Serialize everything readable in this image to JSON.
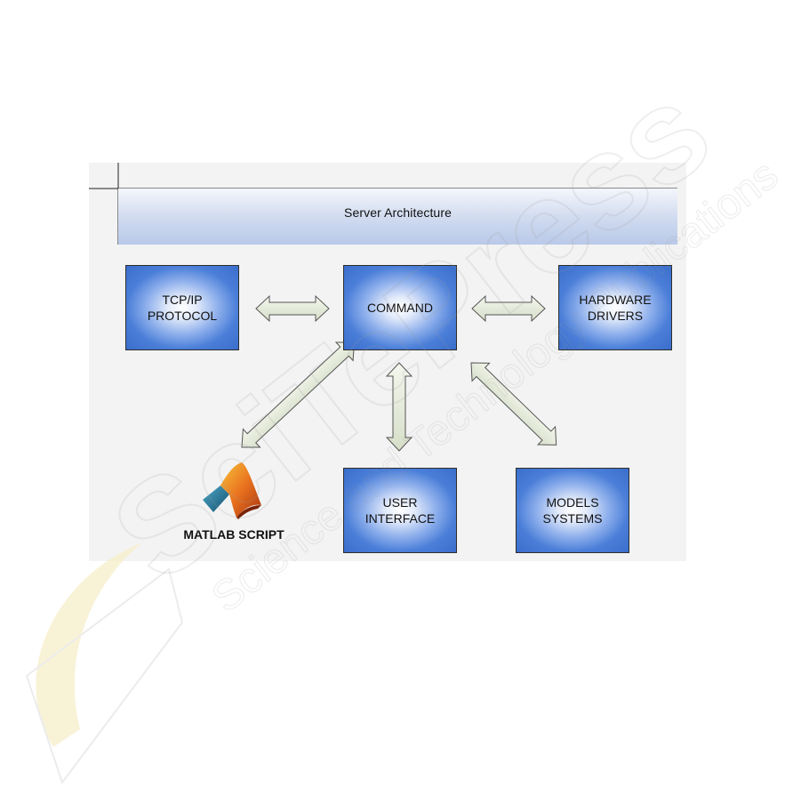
{
  "diagram": {
    "header": {
      "title": "Server Architecture"
    },
    "nodes": {
      "tcpip": "TCP/IP\nPROTOCOL",
      "command": "COMMAND",
      "hardware": "HARDWARE\nDRIVERS",
      "user_interface": "USER\nINTERFACE",
      "models": "MODELS\nSYSTEMS",
      "matlab": "MATLAB SCRIPT"
    },
    "edges": [
      {
        "from": "tcpip",
        "to": "command",
        "bidirectional": true
      },
      {
        "from": "command",
        "to": "hardware",
        "bidirectional": true
      },
      {
        "from": "command",
        "to": "matlab",
        "bidirectional": true
      },
      {
        "from": "command",
        "to": "user_interface",
        "bidirectional": true
      },
      {
        "from": "command",
        "to": "models",
        "bidirectional": true
      }
    ],
    "colors": {
      "box_dark": "#3a6ecb",
      "box_light": "#ffffff",
      "arrow_fill": "#e4ead9",
      "arrow_stroke": "#555555",
      "banner": "#b9c9e8"
    },
    "icons": {
      "matlab": "matlab-logo-icon"
    }
  },
  "watermark": {
    "main": "SciTePress",
    "sub": "Science and Technology Publications"
  }
}
